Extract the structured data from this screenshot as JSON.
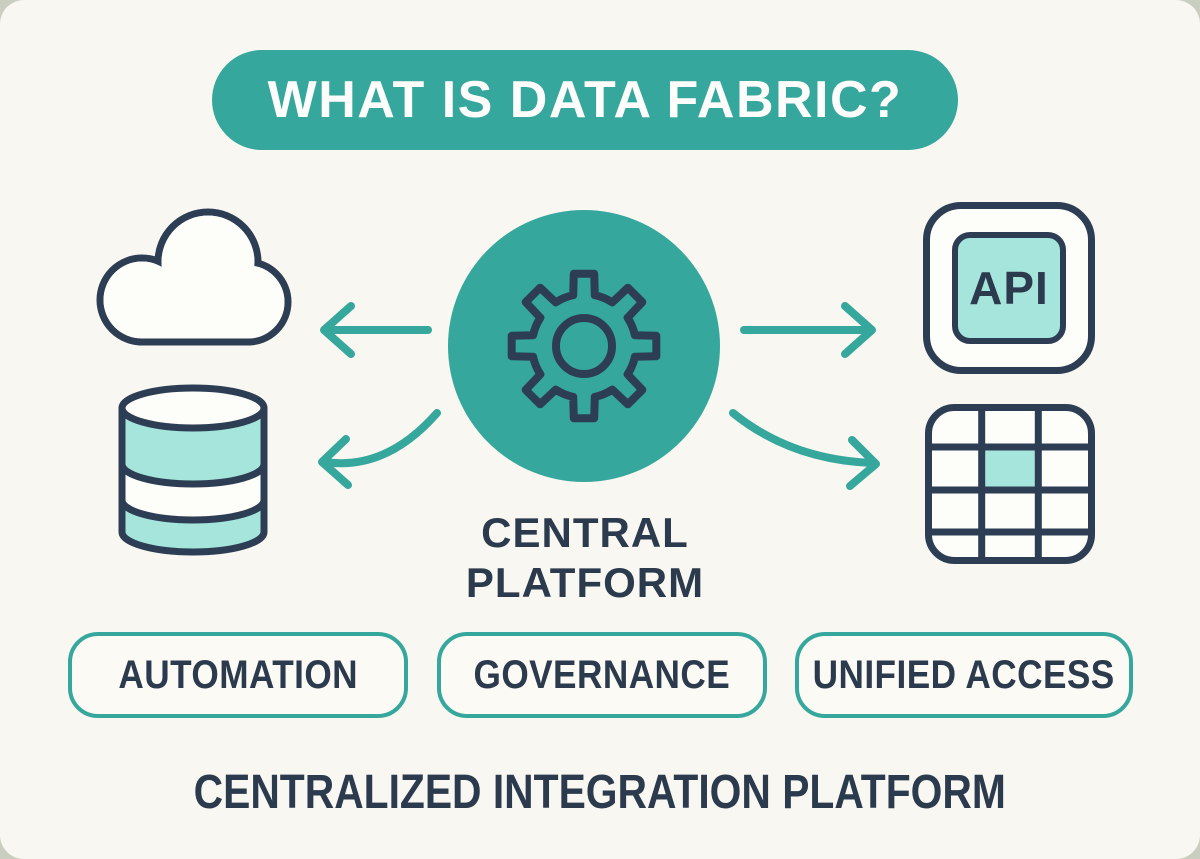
{
  "title": {
    "text": "WHAT IS DATA FABRIC?"
  },
  "center": {
    "icon": "gear-icon",
    "label_line1": "CENTRAL",
    "label_line2": "PLATFORM"
  },
  "nodes": {
    "cloud": {
      "icon": "cloud-icon"
    },
    "database": {
      "icon": "database-icon"
    },
    "api": {
      "icon": "api-chip-icon",
      "label": "API"
    },
    "grid": {
      "icon": "data-grid-icon"
    }
  },
  "arrows": [
    {
      "name": "arrow-to-cloud",
      "direction": "left-straight"
    },
    {
      "name": "arrow-to-database",
      "direction": "left-curved"
    },
    {
      "name": "arrow-to-api",
      "direction": "right-straight"
    },
    {
      "name": "arrow-to-grid",
      "direction": "right-curved"
    }
  ],
  "pills": [
    {
      "label": "AUTOMATION"
    },
    {
      "label": "GOVERNANCE"
    },
    {
      "label": "UNIFIED ACCESS"
    }
  ],
  "caption": {
    "text": "CENTRALIZED INTEGRATION PLATFORM"
  },
  "colors": {
    "teal": "#35A79C",
    "light_teal": "#A6E5DC",
    "navy": "#2C3A4D",
    "background": "#F8F7F1"
  }
}
